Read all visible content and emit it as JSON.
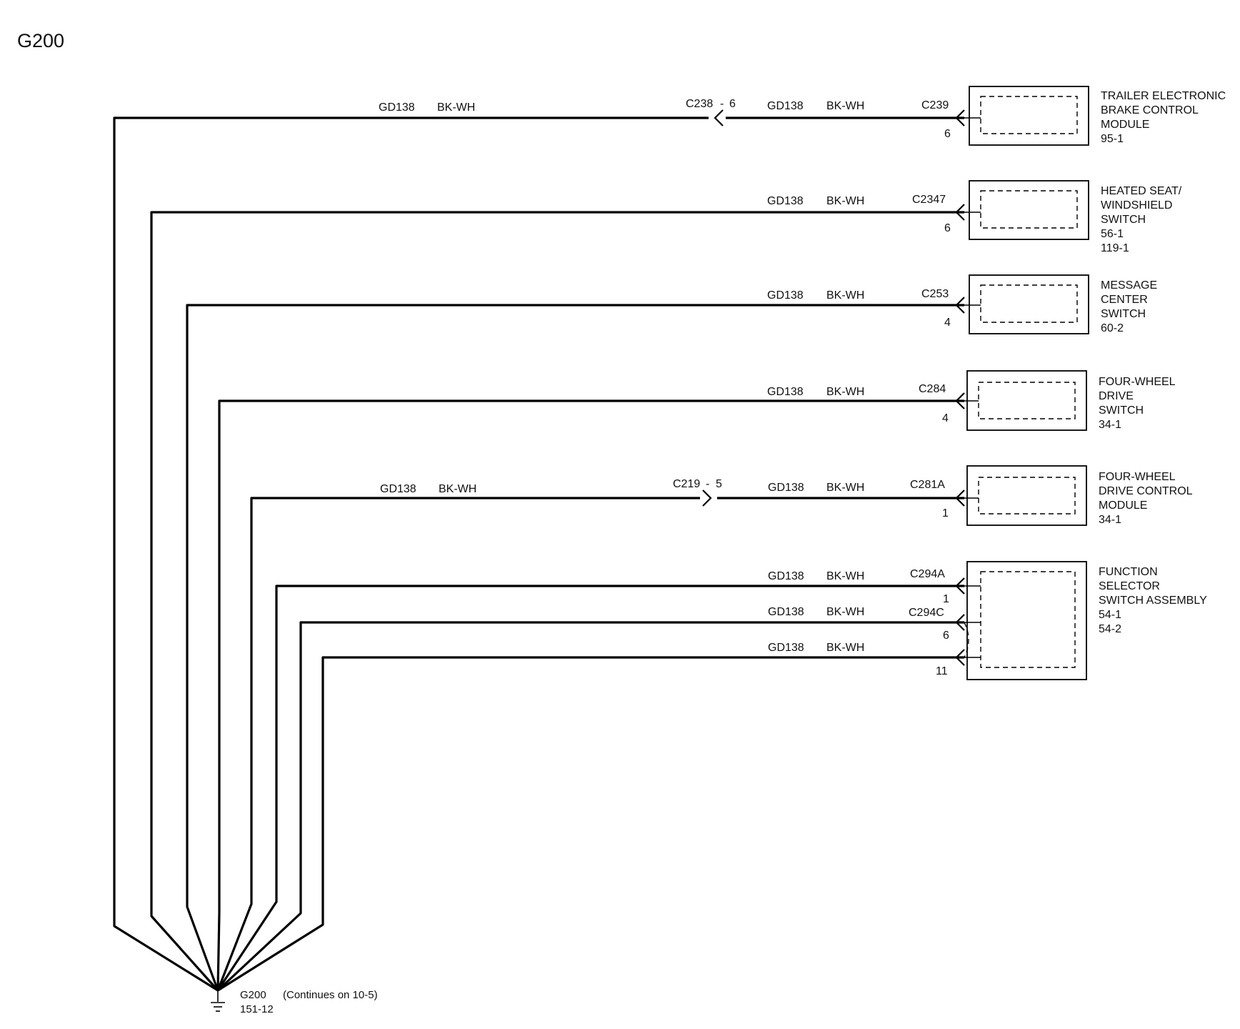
{
  "title": "G200",
  "wire": {
    "circuit": "GD138",
    "color": "BK-WH"
  },
  "inline_connectors": {
    "c238": {
      "label": "C238",
      "dash": "-",
      "pin": "6"
    },
    "c219": {
      "label": "C219",
      "dash": "-",
      "pin": "5"
    }
  },
  "modules": [
    {
      "connector": "C239",
      "pin": "6",
      "name": [
        "TRAILER ELECTRONIC",
        "BRAKE CONTROL",
        "MODULE",
        "95-1"
      ]
    },
    {
      "connector": "C2347",
      "pin": "6",
      "name": [
        "HEATED SEAT/",
        "WINDSHIELD",
        "SWITCH",
        "56-1",
        "119-1"
      ]
    },
    {
      "connector": "C253",
      "pin": "4",
      "name": [
        "MESSAGE",
        "CENTER",
        "SWITCH",
        "60-2"
      ]
    },
    {
      "connector": "C284",
      "pin": "4",
      "name": [
        "FOUR-WHEEL",
        "DRIVE",
        "SWITCH",
        "34-1"
      ]
    },
    {
      "connector": "C281A",
      "pin": "1",
      "name": [
        "FOUR-WHEEL",
        "DRIVE CONTROL",
        "MODULE",
        "34-1"
      ]
    },
    {
      "connectors": [
        "C294A",
        "C294C"
      ],
      "pins": [
        "1",
        "6",
        "11"
      ],
      "name": [
        "FUNCTION",
        "SELECTOR",
        "SWITCH ASSEMBLY",
        "54-1",
        "54-2"
      ]
    }
  ],
  "ground": {
    "label": "G200",
    "ref": "151-12",
    "note": "(Continues on 10-5)"
  }
}
